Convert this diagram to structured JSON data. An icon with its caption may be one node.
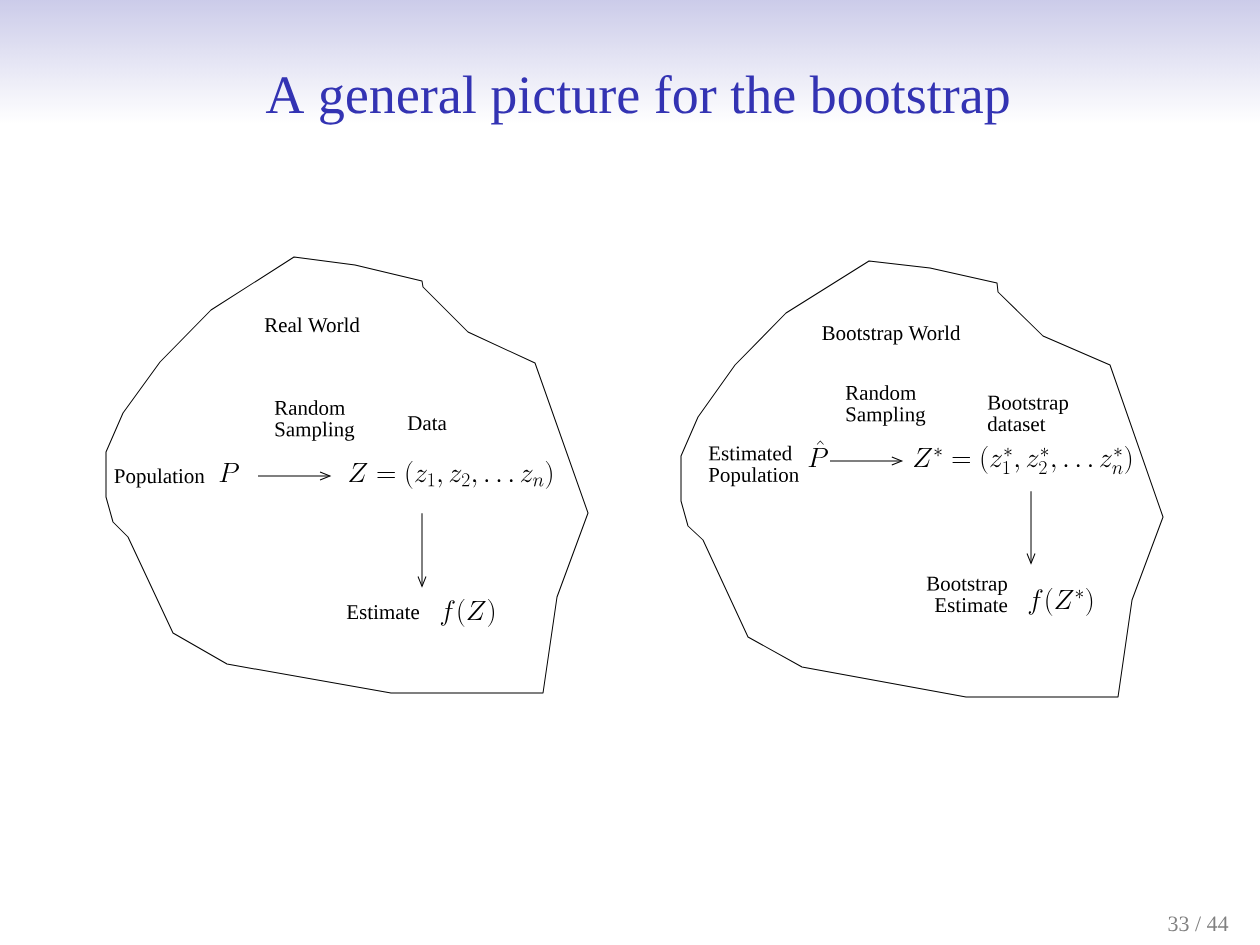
{
  "diagram": {
    "title": "A general picture for the bootstrap",
    "nodes": [
      {
        "text": [
          "Real World"
        ]
      },
      {
        "text": [
          "P"
        ],
        "beside": [
          "Population"
        ],
        "in": 0
      },
      {
        "text": [
          "Z = (z_1, z_2, \\ldots z_n)"
        ],
        "beside": [
          "Data"
        ],
        "in": 0
      },
      {
        "text": [
          "f(Z)"
        ],
        "beside": [
          "Estimate"
        ],
        "in": 0
      },
      {
        "text": [
          "Bootstrap World"
        ]
      },
      {
        "text": [
          "\\hat{P}"
        ],
        "beside": [
          "Estimated Population"
        ],
        "in": 4
      },
      {
        "text": [
          "Z^* = (z_1^*, z_2^*, \\ldots z_n^*)"
        ],
        "beside": [
          "Bootstrap dataset"
        ],
        "in": 4
      },
      {
        "text": [
          "f(Z^*)"
        ],
        "beside": [
          "Bootstrap Estimate"
        ],
        "in": 4
      }
    ],
    "edges": [
      {
        "from": 1,
        "to": 2,
        "arrow": "to",
        "label": "Random Sampling"
      },
      {
        "from": 2,
        "to": 3,
        "arrow": "to"
      },
      {
        "from": 5,
        "to": 6,
        "arrow": "to",
        "label": "Random Sampling"
      },
      {
        "from": 6,
        "to": 7,
        "arrow": "to"
      }
    ],
    "labels": [
      "33 / 44"
    ]
  }
}
